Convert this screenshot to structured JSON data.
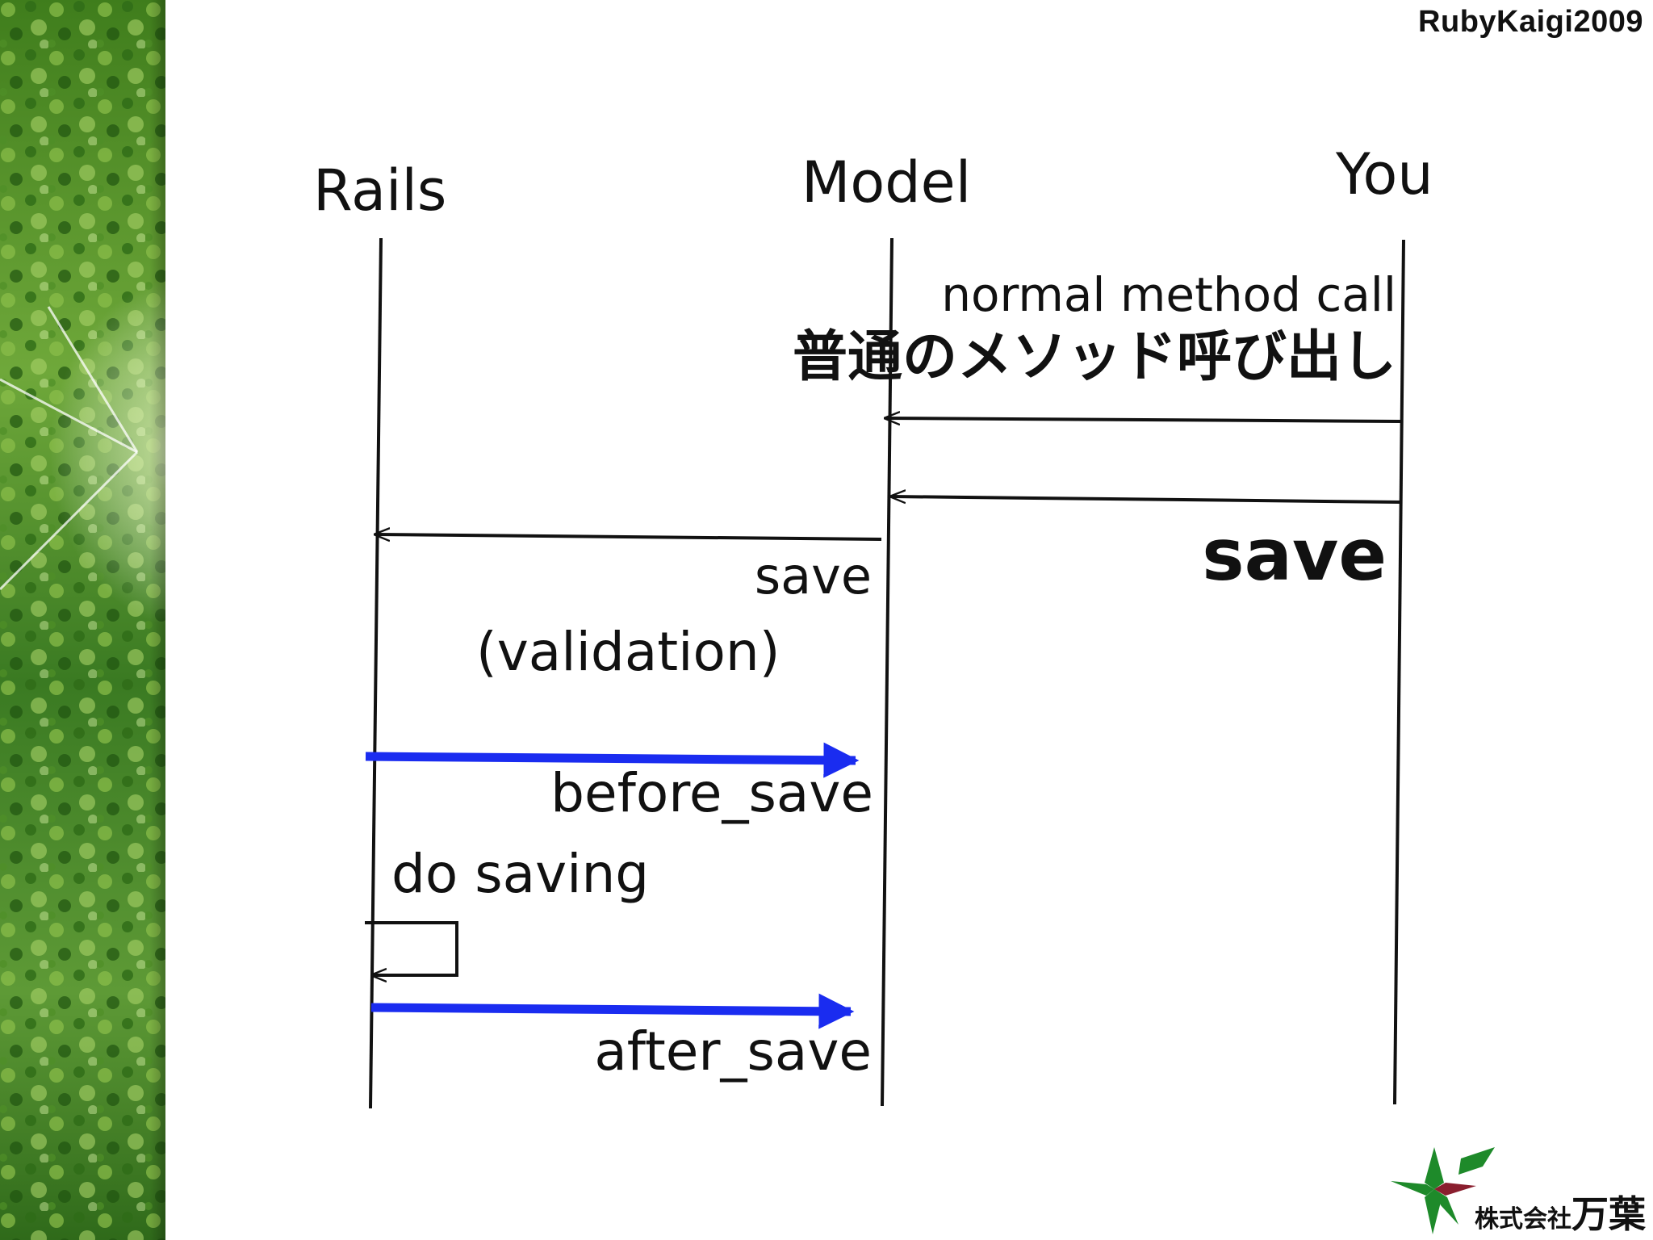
{
  "header": {
    "conference": "RubyKaigi2009"
  },
  "participants": {
    "rails": "Rails",
    "model": "Model",
    "you": "You"
  },
  "messages": {
    "normal_call_en": "normal method call",
    "normal_call_ja": "普通のメソッド呼び出し",
    "save_bold": "save",
    "save": "save",
    "validation": "(validation)",
    "before_save": "before_save",
    "do_saving": "do saving",
    "after_save": "after_save"
  },
  "logo": {
    "company_small": "株式会社",
    "company_big": "万葉"
  },
  "colors": {
    "callback_arrow": "#1a2cf0",
    "line": "#111111",
    "logo_green": "#1e8a2a",
    "logo_red": "#8a1e2e"
  }
}
